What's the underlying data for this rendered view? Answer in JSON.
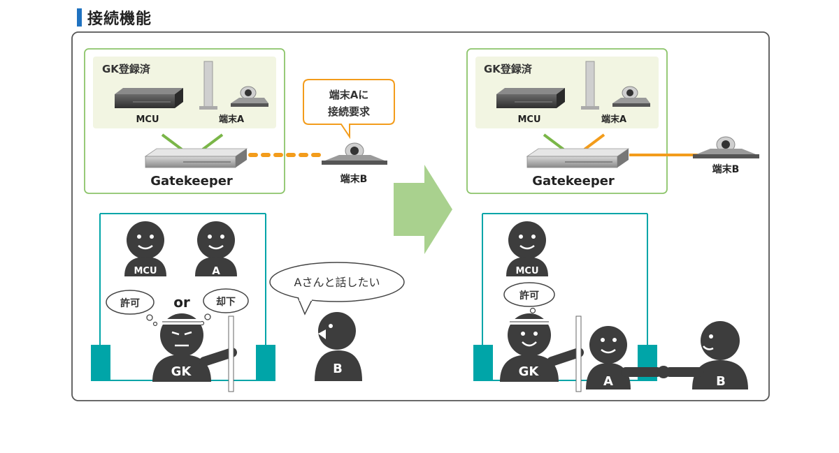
{
  "heading": "接続機能",
  "colors": {
    "heading_bar": "#1f72c0",
    "green_box": "#8cc46a",
    "green_box_fill": "#f2f5e2",
    "green_link": "#7ab648",
    "orange_link": "#f39c1b",
    "teal": "#00a5a8",
    "figure": "#3d3d3d",
    "arrow": "#a9d18e"
  },
  "left": {
    "zone_label": "GK登録済",
    "mcu_label": "MCU",
    "terminal_a_label": "端末A",
    "gatekeeper_label": "Gatekeeper",
    "terminal_b_label": "端末B",
    "request_bubble": [
      "端末Aに",
      "接続要求"
    ],
    "person_mcu": "MCU",
    "person_a": "A",
    "person_gk": "GK",
    "person_b": "B",
    "thought_allow": "許可",
    "or_text": "or",
    "thought_deny": "却下",
    "speech_b": "Aさんと話したい"
  },
  "right": {
    "zone_label": "GK登録済",
    "mcu_label": "MCU",
    "terminal_a_label": "端末A",
    "gatekeeper_label": "Gatekeeper",
    "terminal_b_label": "端末B",
    "person_mcu": "MCU",
    "person_gk": "GK",
    "person_a": "A",
    "person_b": "B",
    "thought_allow": "許可"
  }
}
